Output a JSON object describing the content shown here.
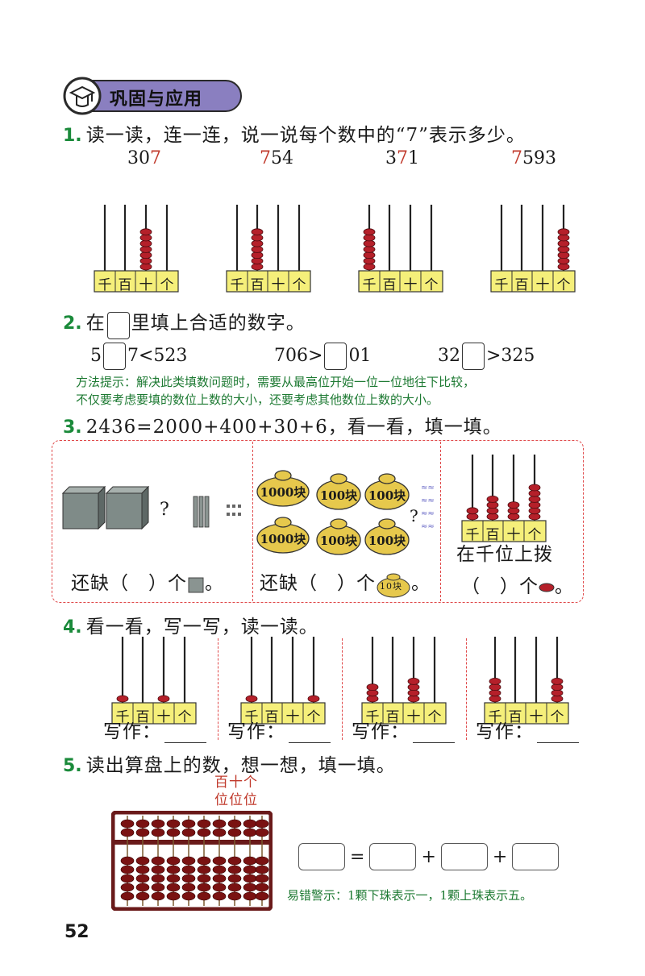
{
  "section_title": "巩固与应用",
  "q1": {
    "num": "1.",
    "text": "读一读，连一连，说一说每个数中的“7”表示多少。",
    "numbers": [
      {
        "pre": "30",
        "red": "7",
        "post": ""
      },
      {
        "pre": "",
        "red": "7",
        "post": "54"
      },
      {
        "pre": "3",
        "red": "7",
        "post": "1"
      },
      {
        "pre": "",
        "red": "7",
        "post": "593"
      }
    ],
    "abacus_counts": [
      [
        0,
        0,
        7,
        0
      ],
      [
        0,
        7,
        0,
        0
      ],
      [
        7,
        0,
        0,
        0
      ],
      [
        0,
        0,
        0,
        7
      ]
    ]
  },
  "place_labels": [
    "千",
    "百",
    "十",
    "个"
  ],
  "q2": {
    "num": "2.",
    "text_before": "在",
    "text_after": "里填上合适的数字。",
    "items": [
      {
        "pre": "5",
        "post": "7<523"
      },
      {
        "pre": "706>",
        "post": "01"
      },
      {
        "pre": "32",
        "post": ">325"
      }
    ],
    "hint_lines": [
      "方法提示：解决此类填数问题时，需要从最高位开始一位一位地往下比较，",
      "不仅要考虑要填的数位上数的大小，还要考虑其他数位上数的大小。"
    ]
  },
  "q3": {
    "num": "3.",
    "text": "2436=2000+400+30+6，看一看，填一填。",
    "panel1": {
      "question": "?",
      "caption_pre": "还缺（　）个",
      "caption_end": "。"
    },
    "panel2": {
      "bags": [
        "1000块",
        "100块",
        "100块",
        "1000块",
        "100块",
        "100块"
      ],
      "question": "?",
      "caption_pre": "还缺（　）个",
      "small_bag": "10块",
      "caption_end": "。"
    },
    "panel3": {
      "abacus": [
        2,
        4,
        3,
        6
      ],
      "line1": "在千位上拨",
      "line2_pre": "（　）个",
      "line2_end": "。"
    }
  },
  "q4": {
    "num": "4.",
    "text": "看一看，写一写，读一读。",
    "abacus_counts": [
      [
        1,
        0,
        1,
        0
      ],
      [
        1,
        0,
        0,
        1
      ],
      [
        3,
        0,
        4,
        0
      ],
      [
        4,
        0,
        0,
        4
      ]
    ],
    "write_label": "写作："
  },
  "q5": {
    "num": "5.",
    "text": "读出算盘上的数，想一想，填一填。",
    "top_labels": "百十个",
    "bottom_labels": "位位位",
    "ops": [
      "=",
      "+",
      "+"
    ],
    "warning": "易错警示：1颗下珠表示一，1颗上珠表示五。"
  },
  "page_number": "52",
  "colors": {
    "green": "#1a8a3a",
    "red": "#c0392b",
    "label_yellow": "#f5ef7a",
    "bead": "#b5202a"
  }
}
